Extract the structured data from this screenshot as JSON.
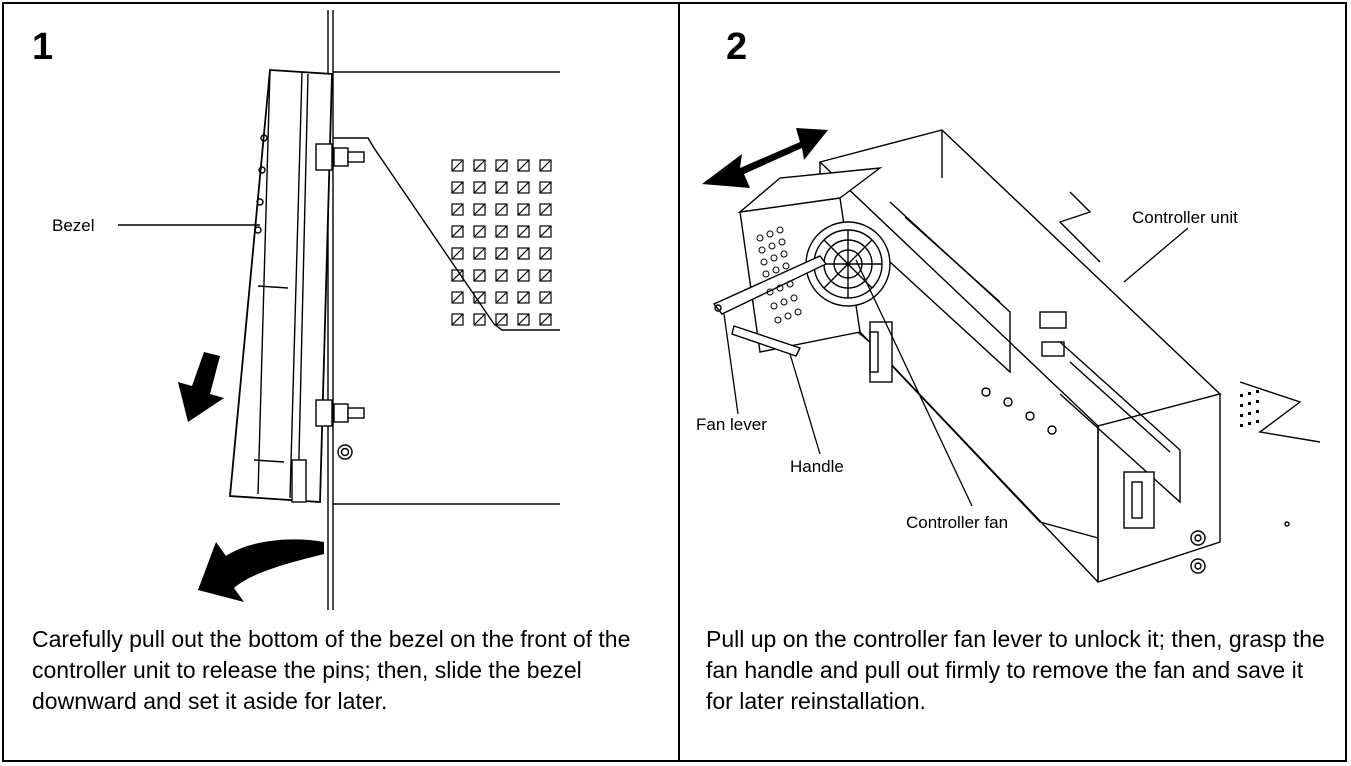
{
  "steps": [
    {
      "number": "1",
      "callouts": {
        "bezel": "Bezel"
      },
      "caption": "Carefully pull out the bottom of the bezel on the front of the controller unit to release the pins; then, slide the bezel downward and set it aside for later."
    },
    {
      "number": "2",
      "callouts": {
        "controller_unit": "Controller unit",
        "fan_lever": "Fan lever",
        "handle": "Handle",
        "controller_fan": "Controller fan"
      },
      "caption": "Pull up on the controller fan lever to unlock it; then, grasp the fan handle and pull out firmly to remove the fan and save it for later reinstallation."
    }
  ],
  "icons": [
    "down-arrow-icon",
    "curved-arrow-icon",
    "double-arrow-icon"
  ]
}
